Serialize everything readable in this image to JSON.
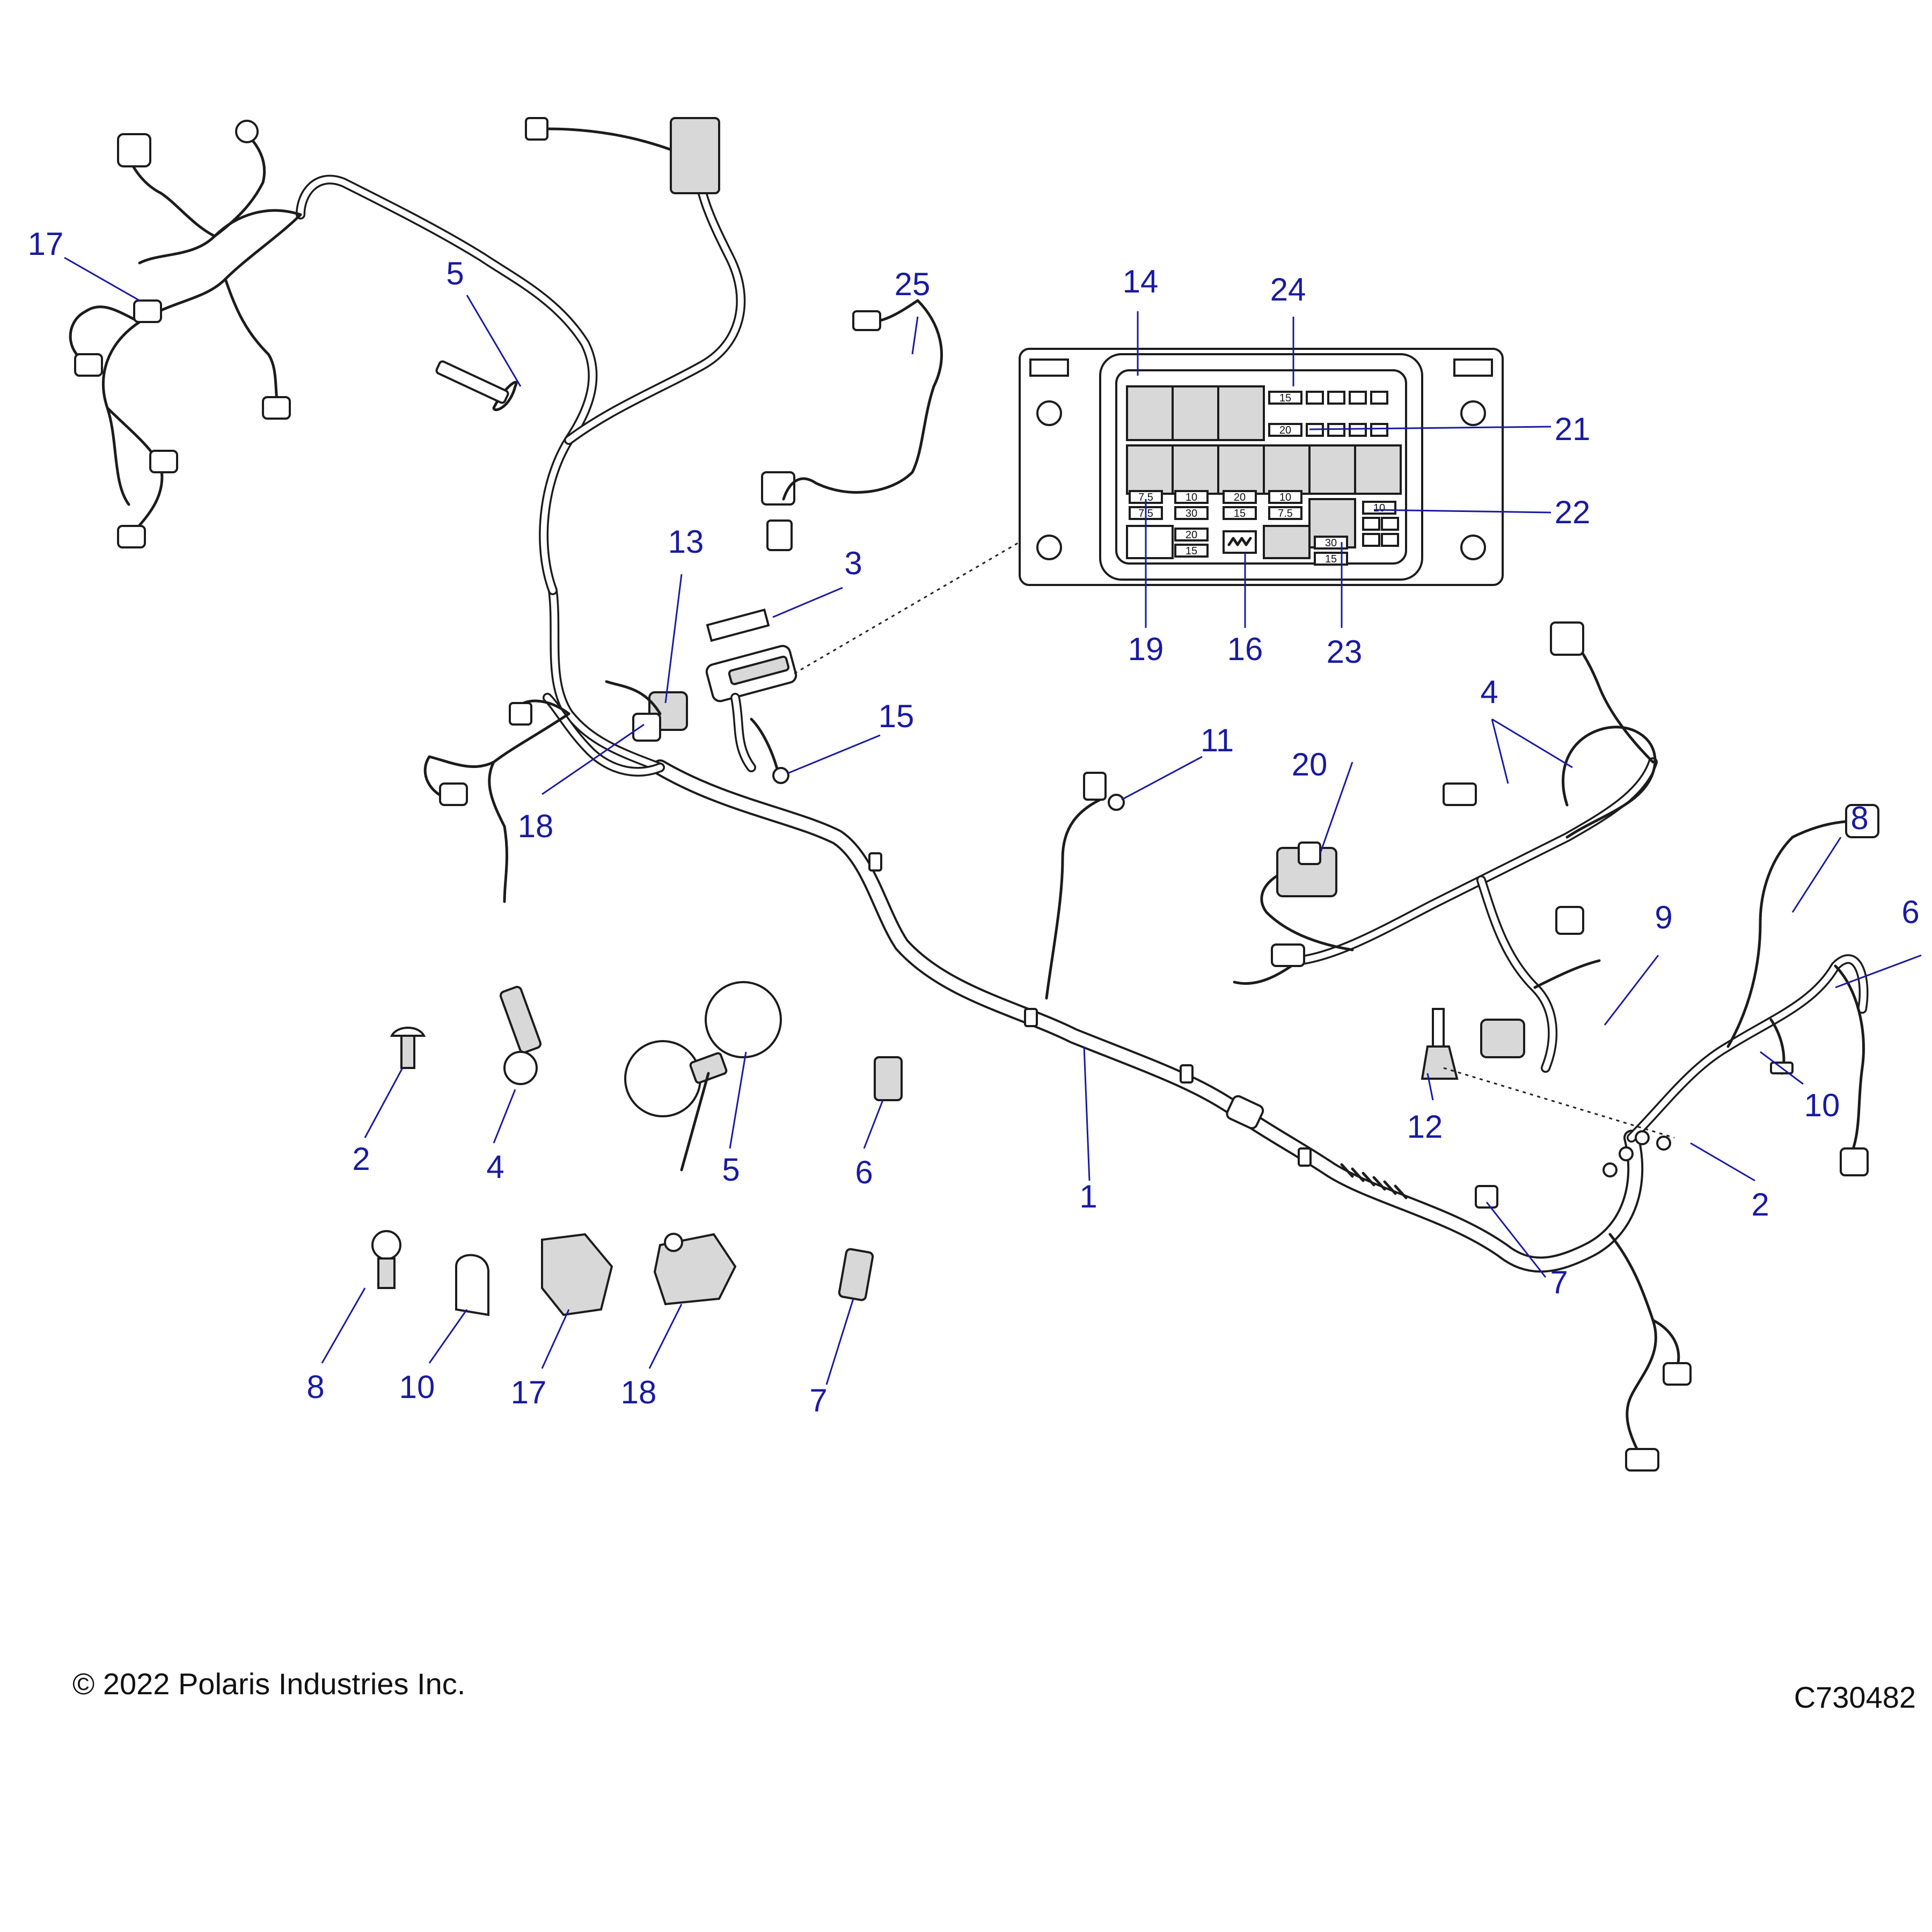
{
  "callouts": {
    "c1": "1",
    "c2a": "2",
    "c2b": "2",
    "c3": "3",
    "c4a": "4",
    "c4b": "4",
    "c5a": "5",
    "c5b": "5",
    "c6a": "6",
    "c6b": "6",
    "c7a": "7",
    "c7b": "7",
    "c8a": "8",
    "c8b": "8",
    "c9": "9",
    "c10a": "10",
    "c10b": "10",
    "c11": "11",
    "c12": "12",
    "c13": "13",
    "c14": "14",
    "c15": "15",
    "c16": "16",
    "c17a": "17",
    "c17b": "17",
    "c18a": "18",
    "c18b": "18",
    "c19": "19",
    "c20": "20",
    "c21": "21",
    "c22": "22",
    "c23": "23",
    "c24": "24",
    "c25": "25"
  },
  "fuse_box": {
    "ratings": {
      "r1": "15",
      "r2": "20",
      "r3": "7.5",
      "r4": "10",
      "r5": "20",
      "r6": "10",
      "r7": "7.5",
      "r8": "30",
      "r9": "15",
      "r10": "7.5",
      "r11": "10",
      "r12": "20",
      "r13": "15",
      "r14": "30",
      "r15": "15"
    }
  },
  "footer": {
    "copyright": "© 2022 Polaris Industries Inc.",
    "drawing_number": "C730482"
  }
}
